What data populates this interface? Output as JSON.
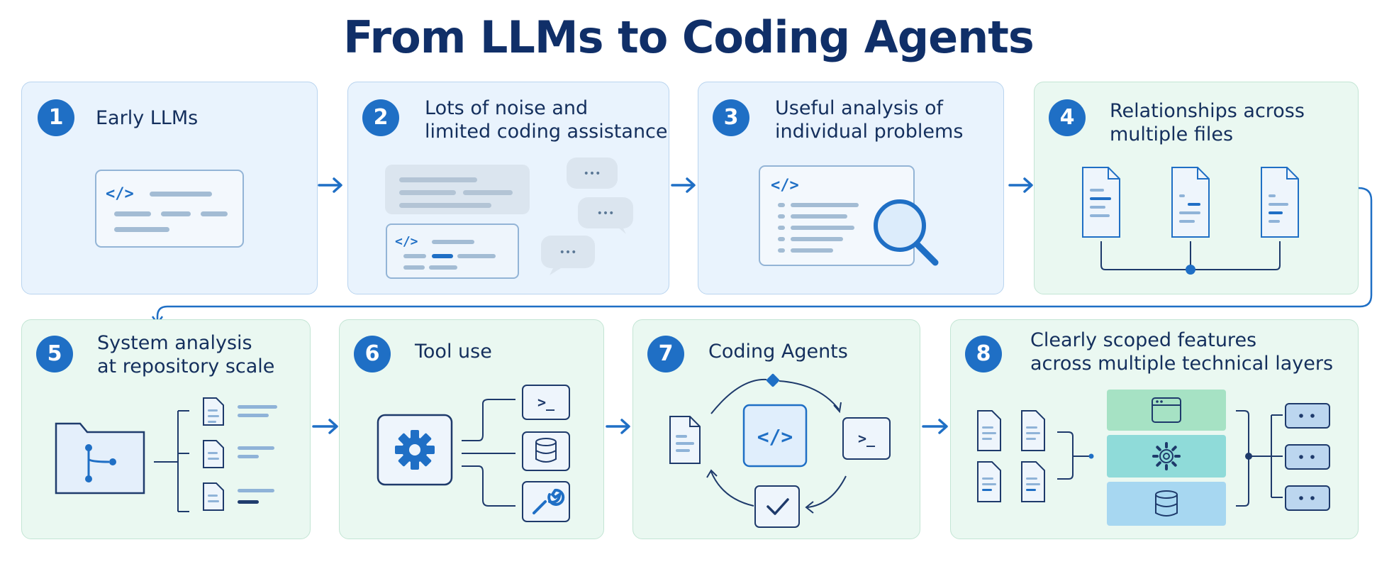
{
  "title": "From LLMs to Coding Agents",
  "steps": [
    {
      "number": "1",
      "lines": [
        "Early LLMs"
      ]
    },
    {
      "number": "2",
      "lines": [
        "Lots of noise and",
        "limited coding assistance"
      ]
    },
    {
      "number": "3",
      "lines": [
        "Useful analysis of",
        "individual problems"
      ]
    },
    {
      "number": "4",
      "lines": [
        "Relationships across",
        "multiple files"
      ]
    },
    {
      "number": "5",
      "lines": [
        "System analysis",
        "at repository scale"
      ]
    },
    {
      "number": "6",
      "lines": [
        "Tool use"
      ]
    },
    {
      "number": "7",
      "lines": [
        "Coding Agents"
      ]
    },
    {
      "number": "8",
      "lines": [
        "Clearly scoped features",
        "across multiple technical layers"
      ]
    }
  ],
  "glyphs": {
    "code": "</>",
    "terminal": ">_",
    "dots": "•••"
  },
  "colors": {
    "accent": "#1f6fc5",
    "title": "#102f68",
    "blue_panel": "#e9f3fd",
    "green_panel": "#eaf8f1"
  }
}
